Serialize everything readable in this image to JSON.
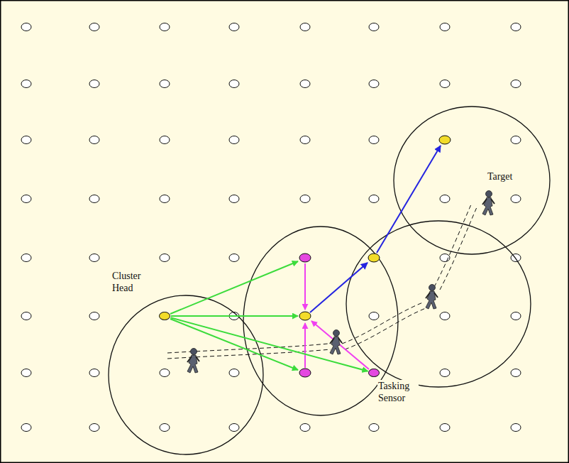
{
  "diagram": {
    "nodes": [
      {
        "text": [
          "Cluster Head"
        ]
      },
      {
        "text": [
          "Tasking Sensor"
        ]
      }
    ],
    "edges": [
      {
        "from": 0,
        "to": 1,
        "arrow": "to"
      }
    ],
    "labels": [
      "Target"
    ]
  }
}
